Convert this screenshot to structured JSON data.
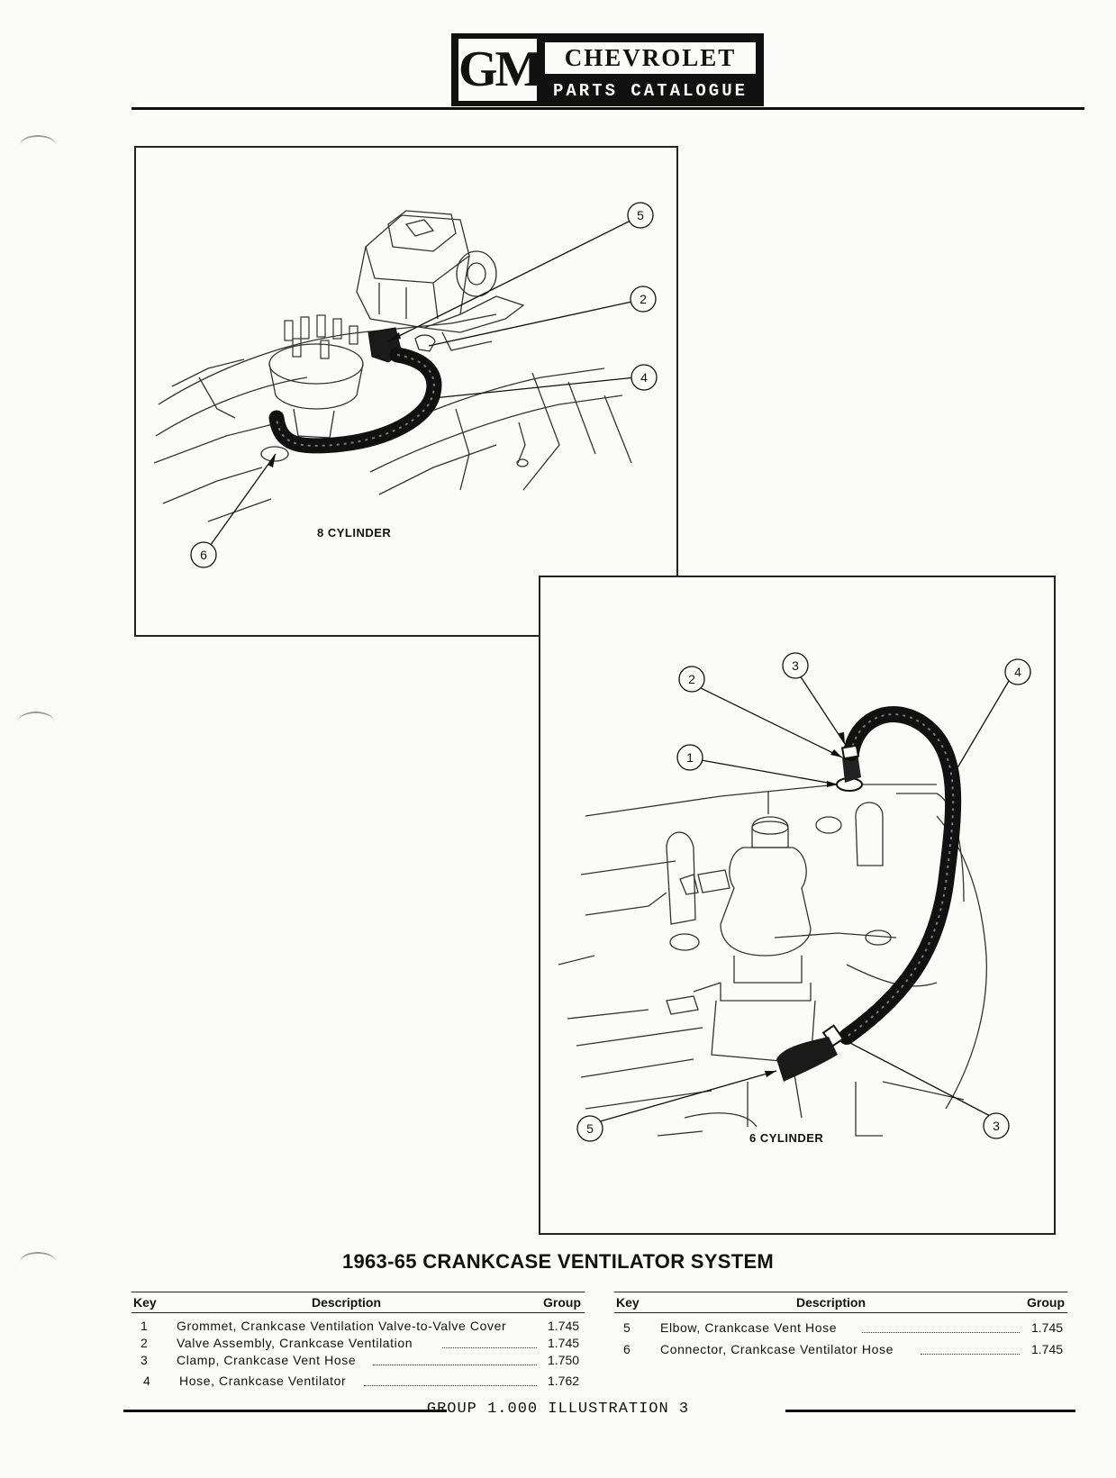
{
  "header": {
    "logo_letters": "GM",
    "brand": "CHEVROLET",
    "subtitle": "PARTS CATALOGUE"
  },
  "illustrations": [
    {
      "caption": "8 CYLINDER",
      "callouts": [
        "5",
        "2",
        "4",
        "6"
      ]
    },
    {
      "caption": "6 CYLINDER",
      "callouts": [
        "2",
        "3",
        "4",
        "1",
        "5",
        "3"
      ]
    }
  ],
  "title": "1963-65 CRANKCASE VENTILATOR SYSTEM",
  "parts_table": {
    "headers": {
      "key": "Key",
      "description": "Description",
      "group": "Group"
    },
    "left": [
      {
        "key": "1",
        "description": "Grommet, Crankcase Ventilation Valve-to-Valve Cover",
        "group": "1.745"
      },
      {
        "key": "2",
        "description": "Valve Assembly, Crankcase Ventilation",
        "group": "1.745"
      },
      {
        "key": "3",
        "description": "Clamp, Crankcase Vent Hose",
        "group": "1.750"
      },
      {
        "key": "4",
        "description": "Hose, Crankcase Ventilator",
        "group": "1.762"
      }
    ],
    "right": [
      {
        "key": "5",
        "description": "Elbow, Crankcase Vent Hose",
        "group": "1.745"
      },
      {
        "key": "6",
        "description": "Connector, Crankcase Ventilator Hose",
        "group": "1.745"
      }
    ]
  },
  "footer": "GROUP 1.000 ILLUSTRATION 3"
}
